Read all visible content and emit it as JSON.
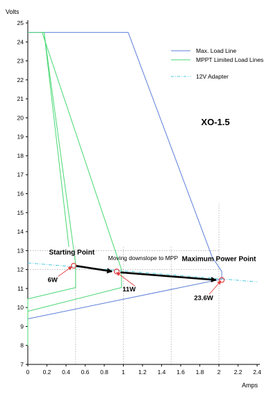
{
  "chart_data": {
    "type": "line",
    "title": "XO-1.5",
    "xlabel": "Amps",
    "ylabel": "Volts",
    "xlim": [
      0,
      2.4
    ],
    "ylim": [
      7,
      25.5
    ],
    "x_ticks": [
      0,
      0.2,
      0.4,
      0.6,
      0.8,
      1,
      1.2,
      1.4,
      1.6,
      1.8,
      2,
      2.2,
      2.4
    ],
    "x_tick_labels": [
      "0",
      "0.2",
      "0.4",
      "0.6",
      "0.8",
      "1",
      "1.2",
      "1.4",
      "1.6",
      "1.8",
      "2",
      "2.2",
      "2.4"
    ],
    "y_ticks": [
      7,
      8,
      9,
      10,
      11,
      12,
      13,
      14,
      15,
      16,
      17,
      18,
      19,
      20,
      21,
      22,
      23,
      24,
      25
    ],
    "y_tick_labels": [
      "7",
      "8",
      "9",
      "10",
      "11",
      "12",
      "13",
      "14",
      "15",
      "16",
      "17",
      "18",
      "19",
      "20",
      "21",
      "22",
      "23",
      "24",
      "25"
    ],
    "grid": "dotted vertical lines at 0.5, 1.0, 1.5, 2.0 and horizontal lines at 12, 13",
    "grid_x": [
      0.5,
      1.0,
      1.5,
      2.0
    ],
    "grid_y": [
      12,
      13
    ],
    "series": [
      {
        "name": "Max. Load Line",
        "color": "#5b7fd8",
        "style": "solid",
        "points": [
          [
            0,
            24.5
          ],
          [
            1.05,
            24.5
          ],
          [
            1.93,
            12.65
          ],
          [
            2.03,
            11.9
          ],
          [
            2.03,
            11.5
          ],
          [
            0,
            9.4
          ],
          [
            0,
            8.0
          ]
        ]
      },
      {
        "name": "MPPT Limited Load Lines",
        "color": "#47d872",
        "style": "solid",
        "lines": [
          [
            [
              0,
              24.5
            ],
            [
              0.17,
              24.5
            ],
            [
              0.5,
              12.3
            ],
            [
              0.5,
              11.05
            ],
            [
              0,
              10.45
            ],
            [
              0,
              8.0
            ]
          ],
          [
            [
              0.15,
              24.5
            ],
            [
              0.98,
              12.0
            ],
            [
              0.98,
              11.05
            ],
            [
              0,
              9.8
            ],
            [
              0,
              8.0
            ]
          ],
          [
            [
              0.17,
              24.5
            ],
            [
              0.43,
              13.2
            ]
          ]
        ]
      },
      {
        "name": "12V Adapter",
        "color": "#4cc8e0",
        "style": "dash-dot",
        "points": [
          [
            0,
            12.35
          ],
          [
            2.4,
            11.35
          ]
        ]
      }
    ],
    "legend": {
      "placement": "top-right",
      "entries": [
        {
          "label": "Max. Load Line",
          "color": "#5b7fd8",
          "style": "solid"
        },
        {
          "label": "MPPT Limited Load Lines",
          "color": "#47d872",
          "style": "solid"
        },
        {
          "label": "12V Adapter",
          "color": "#4cc8e0",
          "style": "dash-dot"
        }
      ]
    },
    "markers": [
      {
        "x": 0.48,
        "y": 12.2,
        "color": "#e04040"
      },
      {
        "x": 0.93,
        "y": 11.9,
        "color": "#e04040"
      },
      {
        "x": 2.03,
        "y": 11.45,
        "color": "#e04040"
      }
    ],
    "arrows": [
      {
        "from": [
          0.5,
          12.2
        ],
        "to": [
          0.88,
          11.9
        ],
        "color": "#000000"
      },
      {
        "from": [
          0.97,
          11.85
        ],
        "to": [
          1.97,
          11.45
        ],
        "color": "#000000"
      }
    ],
    "annotations": [
      {
        "text": "Starting Point",
        "x": 0.46,
        "y": 12.8,
        "bold": true,
        "size": "large",
        "anchor": "middle"
      },
      {
        "text": "Moving downslope to MPP",
        "x": 0.84,
        "y": 12.5,
        "bold": false,
        "size": "small",
        "anchor": "start"
      },
      {
        "text": "Maximum Power Point",
        "x": 2.0,
        "y": 12.45,
        "bold": true,
        "size": "large",
        "anchor": "middle"
      },
      {
        "text": "6W",
        "x": 0.26,
        "y": 11.35,
        "bold": true,
        "size": "medium",
        "anchor": "middle",
        "pointer_to": [
          0.46,
          12.15
        ]
      },
      {
        "text": "11W",
        "x": 1.06,
        "y": 10.85,
        "bold": true,
        "size": "medium",
        "anchor": "middle",
        "pointer_to": [
          0.93,
          11.85
        ]
      },
      {
        "text": "23.6W",
        "x": 1.84,
        "y": 10.4,
        "bold": true,
        "size": "medium",
        "anchor": "middle",
        "pointer_to": [
          2.02,
          11.4
        ]
      }
    ]
  }
}
